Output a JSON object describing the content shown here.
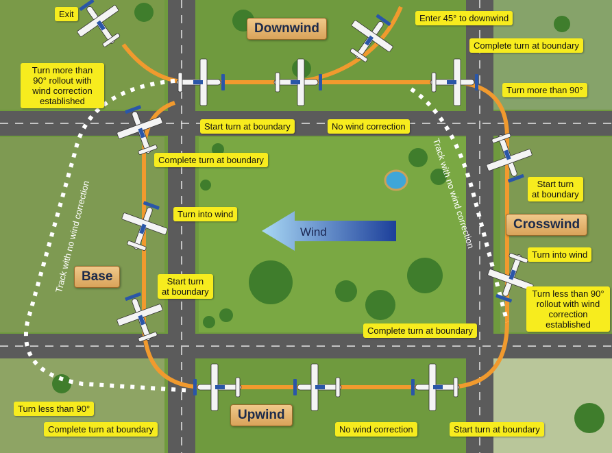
{
  "legs": {
    "downwind": "Downwind",
    "crosswind": "Crosswind",
    "base": "Base",
    "upwind": "Upwind"
  },
  "wind_label": "Wind",
  "track_label": "Track with no wind correction",
  "callouts": {
    "exit": "Exit",
    "enter": "Enter 45° to downwind",
    "complete_turn": "Complete turn at boundary",
    "turn_more_90": "Turn more than 90°",
    "start_turn": "Start turn at boundary",
    "no_wind_correction": "No wind correction",
    "turn_more_90_rollout": "Turn more than 90° rollout with wind correction established",
    "start_turn_at": "Start turn",
    "at_boundary": "at boundary",
    "turn_into_wind": "Turn into wind",
    "turn_less_90_rollout": "Turn less than 90° rollout with wind correction established",
    "turn_less_90": "Turn less than 90°"
  },
  "colors": {
    "grass": "#6f9a3e",
    "road": "#5b5b5b",
    "pattern": "#f19a2e",
    "callout": "#f7ec1e",
    "wind_arrow": "#2b63c4"
  }
}
